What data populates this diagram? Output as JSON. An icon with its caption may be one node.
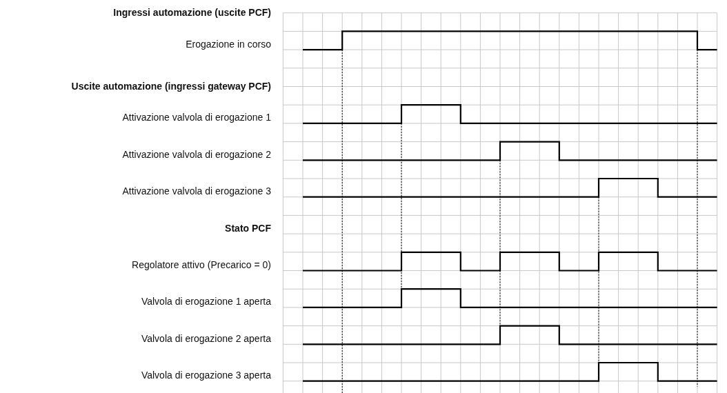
{
  "diagram": {
    "labels": [
      "Ingressi automazione (uscite PCF)",
      "Erogazione in corso",
      "Uscite automazione (ingressi gateway PCF)",
      "Attivazione valvola di erogazione 1",
      "Attivazione valvola di erogazione 2",
      "Attivazione valvola di erogazione 3",
      "Stato PCF",
      "Regolatore attivo (Precarico = 0)",
      "Valvola di erogazione 1 aperta",
      "Valvola di erogazione 2 aperta",
      "Valvola di erogazione 3 aperta"
    ]
  }
}
